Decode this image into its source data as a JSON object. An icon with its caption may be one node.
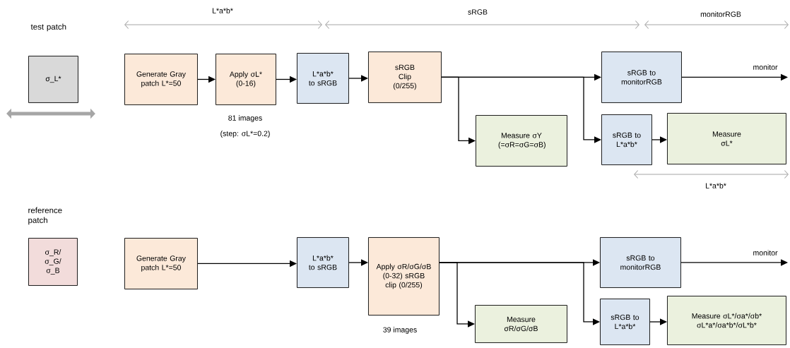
{
  "diagram": {
    "nodes": [
      {
        "text": [
          "test patch",
          "σ_L*"
        ]
      },
      {
        "text": [
          "Generate Gray patch L*=50"
        ]
      },
      {
        "text": [
          "Apply σL* (0-16)"
        ],
        "beside": [
          "81 images",
          "(step: σL*=0.2)"
        ]
      },
      {
        "text": [
          "L*a*b* to sRGB"
        ]
      },
      {
        "text": [
          "sRGB Clip (0/255)"
        ]
      },
      {
        "text": [
          "Measure σY (=σR=σG=σB)"
        ]
      },
      {
        "text": [
          "sRGB to monitorRGB"
        ]
      },
      {
        "text": [
          "sRGB to L*a*b*"
        ]
      },
      {
        "text": [
          "Measure σL*"
        ]
      },
      {
        "text": [
          "reference patch",
          "σ_R/ σ_G/ σ_B"
        ]
      },
      {
        "text": [
          "Generate Gray patch L*=50"
        ]
      },
      {
        "text": [
          "L*a*b* to sRGB"
        ]
      },
      {
        "text": [
          "Apply σR/σG/σB (0-32) sRGB clip (0/255)"
        ],
        "beside": [
          "39 images"
        ]
      },
      {
        "text": [
          "Measure σR/σG/σB"
        ]
      },
      {
        "text": [
          "sRGB to monitorRGB"
        ]
      },
      {
        "text": [
          "sRGB to L*a*b*"
        ]
      },
      {
        "text": [
          "Measure σL*/σa*/σb* σL*a*/σa*b*/σL*b*"
        ]
      }
    ],
    "edges": [
      {
        "from": 1,
        "to": 2,
        "arrow": "to"
      },
      {
        "from": 2,
        "to": 3,
        "arrow": "to"
      },
      {
        "from": 3,
        "to": 4,
        "arrow": "to"
      },
      {
        "from": 4,
        "to": 6,
        "arrow": "to"
      },
      {
        "from": 4,
        "to": 5,
        "arrow": "to"
      },
      {
        "from": 4,
        "to": 7,
        "arrow": "to"
      },
      {
        "from": 6,
        "to": null,
        "arrow": "to",
        "label": "monitor"
      },
      {
        "from": 7,
        "to": 8,
        "arrow": "to"
      },
      {
        "from": 10,
        "to": 11,
        "arrow": "to"
      },
      {
        "from": 11,
        "to": 12,
        "arrow": "to"
      },
      {
        "from": 12,
        "to": 14,
        "arrow": "to"
      },
      {
        "from": 12,
        "to": 13,
        "arrow": "to"
      },
      {
        "from": 12,
        "to": 15,
        "arrow": "to"
      },
      {
        "from": 14,
        "to": null,
        "arrow": "to",
        "label": "monitor"
      },
      {
        "from": 15,
        "to": 16,
        "arrow": "to"
      }
    ],
    "labels": [
      "L*a*b*",
      "sRGB",
      "monitorRGB",
      "L*a*b*"
    ]
  }
}
